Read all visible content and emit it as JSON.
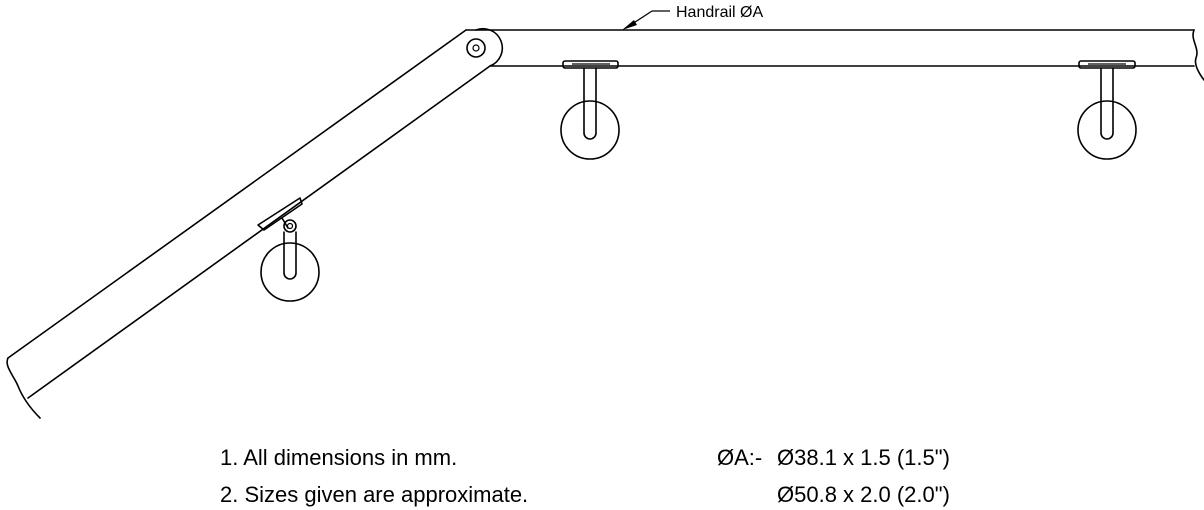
{
  "drawing": {
    "callout_label": "Handrail ØA"
  },
  "notes": [
    "1. All dimensions in mm.",
    "2. Sizes given are approximate."
  ],
  "spec": {
    "label": "ØA:-",
    "values": [
      "Ø38.1 x 1.5 (1.5\")",
      "Ø50.8 x 2.0 (2.0\")"
    ]
  }
}
